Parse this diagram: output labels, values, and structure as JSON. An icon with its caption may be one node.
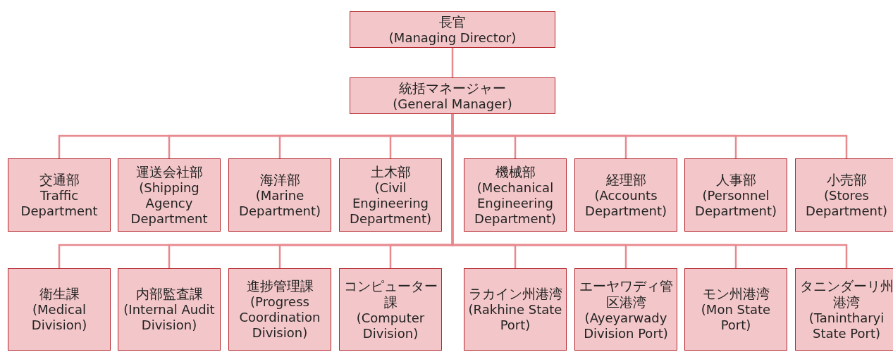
{
  "diagram": {
    "nodes": [
      {
        "text": [
          "長官",
          "(Managing Director)"
        ]
      },
      {
        "text": [
          "統括マネージャー",
          "(General Manager)"
        ]
      },
      {
        "text": [
          "交通部",
          "Traffic Department"
        ]
      },
      {
        "text": [
          "運送会社部",
          "(Shipping Agency Department"
        ]
      },
      {
        "text": [
          "海洋部",
          "(Marine Department)"
        ]
      },
      {
        "text": [
          "土木部",
          "(Civil Engineering Department)"
        ]
      },
      {
        "text": [
          "機械部",
          "(Mechanical Engineering Department)"
        ]
      },
      {
        "text": [
          "経理部",
          "(Accounts Department)"
        ]
      },
      {
        "text": [
          "人事部",
          "(Personnel Department)"
        ]
      },
      {
        "text": [
          "小売部",
          "(Stores Department)"
        ]
      },
      {
        "text": [
          "衛生課",
          "(Medical Division)"
        ]
      },
      {
        "text": [
          "内部監査課",
          "(Internal Audit Division)"
        ]
      },
      {
        "text": [
          "進捗管理課",
          "(Progress Coordination Division)"
        ]
      },
      {
        "text": [
          "コンピューター課",
          "(Computer Division)"
        ]
      },
      {
        "text": [
          "ラカイン州港湾",
          "(Rakhine State Port)"
        ]
      },
      {
        "text": [
          "エーヤワディ管区港湾",
          "(Ayeyarwady Division Port)"
        ]
      },
      {
        "text": [
          "モン州港湾",
          "(Mon State Port)"
        ]
      },
      {
        "text": [
          "タニンダーリ州港湾",
          "(Tanintharyi State Port)"
        ]
      }
    ],
    "edges": [
      {
        "from": 0,
        "to": 1,
        "arrow": "none"
      },
      {
        "from": 1,
        "to": 2,
        "arrow": "none"
      },
      {
        "from": 1,
        "to": 3,
        "arrow": "none"
      },
      {
        "from": 1,
        "to": 4,
        "arrow": "none"
      },
      {
        "from": 1,
        "to": 5,
        "arrow": "none"
      },
      {
        "from": 1,
        "to": 6,
        "arrow": "none"
      },
      {
        "from": 1,
        "to": 7,
        "arrow": "none"
      },
      {
        "from": 1,
        "to": 8,
        "arrow": "none"
      },
      {
        "from": 1,
        "to": 9,
        "arrow": "none"
      },
      {
        "from": 1,
        "to": 10,
        "arrow": "none"
      },
      {
        "from": 1,
        "to": 11,
        "arrow": "none"
      },
      {
        "from": 1,
        "to": 12,
        "arrow": "none"
      },
      {
        "from": 1,
        "to": 13,
        "arrow": "none"
      },
      {
        "from": 1,
        "to": 14,
        "arrow": "none"
      },
      {
        "from": 1,
        "to": 15,
        "arrow": "none"
      },
      {
        "from": 1,
        "to": 16,
        "arrow": "none"
      },
      {
        "from": 1,
        "to": 17,
        "arrow": "none"
      }
    ]
  }
}
